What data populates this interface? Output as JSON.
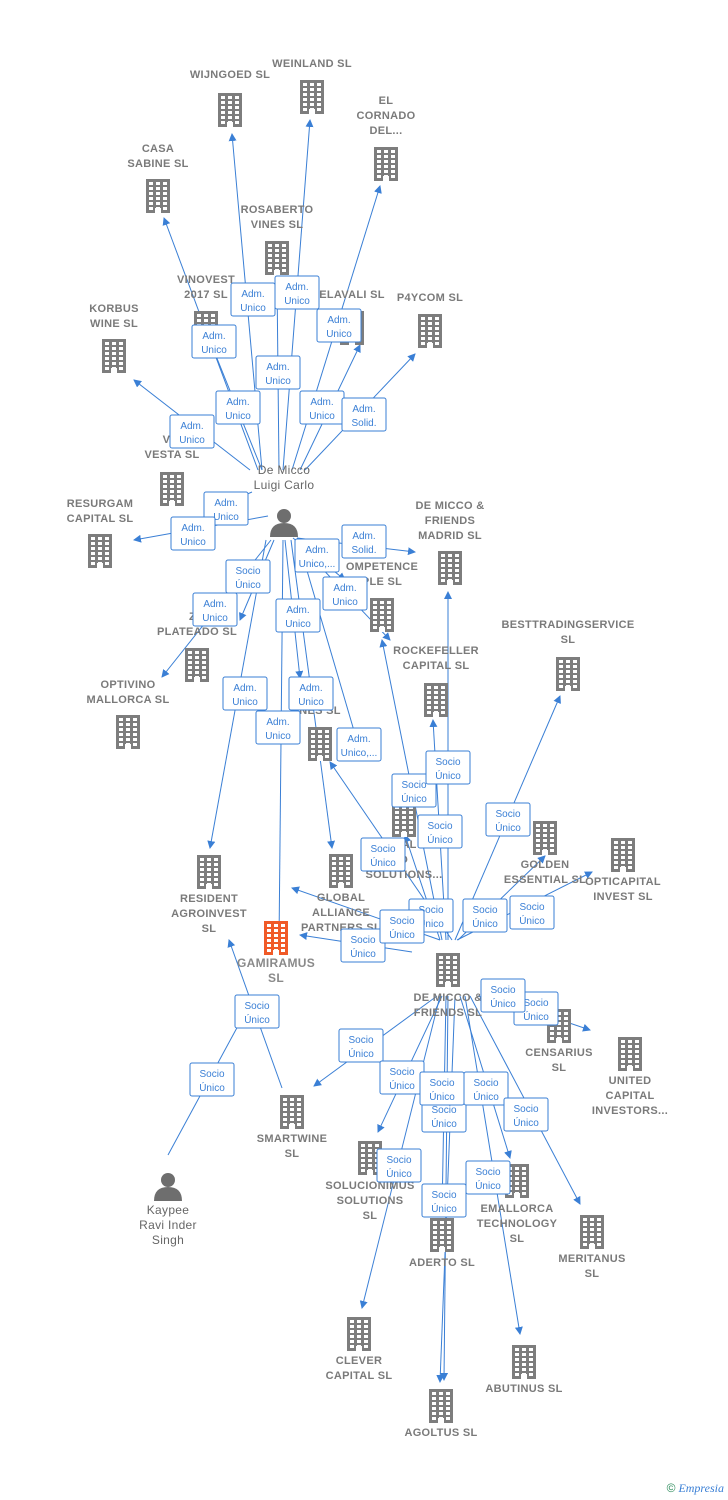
{
  "colors": {
    "edge": "#3a7fd5",
    "company": "#7d7d7d",
    "focus": "#f05a28",
    "label": "#7a7a7a"
  },
  "footer": {
    "symbol": "©",
    "brand": "Empresia"
  },
  "nodes": [
    {
      "id": "wijngoed",
      "type": "company",
      "label": [
        "WIJNGOED  SL"
      ]
    },
    {
      "id": "weinland",
      "type": "company",
      "label": [
        "WEINLAND  SL"
      ]
    },
    {
      "id": "elcornado",
      "type": "company",
      "label": [
        "EL",
        "CORNADO",
        "DEL..."
      ]
    },
    {
      "id": "casasabine",
      "type": "company",
      "label": [
        "CASA",
        "SABINE  SL"
      ]
    },
    {
      "id": "rosaberto",
      "type": "company",
      "label": [
        "ROSABERTO",
        "VINES  SL"
      ]
    },
    {
      "id": "vinovest",
      "type": "company",
      "label": [
        "VINOVEST",
        "2017  SL"
      ]
    },
    {
      "id": "elavali",
      "type": "company",
      "label": [
        "ELAVALI  SL"
      ]
    },
    {
      "id": "p4ycom",
      "type": "company",
      "label": [
        "P4YCOM  SL"
      ]
    },
    {
      "id": "korbus",
      "type": "company",
      "label": [
        "KORBUS",
        "WINE  SL"
      ]
    },
    {
      "id": "viesta",
      "type": "company",
      "label": [
        "VIE",
        "VESTA  SL"
      ]
    },
    {
      "id": "demiccoluigi",
      "type": "person",
      "label": [
        "De Micco",
        "Luigi Carlo"
      ]
    },
    {
      "id": "resurgam",
      "type": "company",
      "label": [
        "RESURGAM",
        "CAPITAL  SL"
      ]
    },
    {
      "id": "demiccomadrid",
      "type": "company",
      "label": [
        "DE MICCO &",
        "FRIENDS",
        "MADRID  SL"
      ]
    },
    {
      "id": "competence",
      "type": "company",
      "label": [
        "OMPETENCE",
        "PLE  SL"
      ]
    },
    {
      "id": "zoplateado",
      "type": "company",
      "label": [
        "ZO",
        "PLATEADO  SL"
      ]
    },
    {
      "id": "besttrading",
      "type": "company",
      "label": [
        "BESTTRADINGSERVICE",
        "SL"
      ]
    },
    {
      "id": "rockefeller",
      "type": "company",
      "label": [
        "ROCKEFELLER",
        "CAPITAL  SL"
      ]
    },
    {
      "id": "optivino",
      "type": "company",
      "label": [
        "OPTIVINO",
        "MALLORCA  SL"
      ]
    },
    {
      "id": "icvines",
      "type": "company",
      "label": [
        "IC",
        "NES  SL"
      ]
    },
    {
      "id": "wall",
      "type": "company",
      "label": [
        "WAL",
        "D",
        "SOLUTIONS..."
      ]
    },
    {
      "id": "golden",
      "type": "company",
      "label": [
        "GOLDEN",
        "ESSENTIAL  SL"
      ]
    },
    {
      "id": "opticapital",
      "type": "company",
      "label": [
        "OPTICAPITAL",
        "INVEST  SL"
      ]
    },
    {
      "id": "resident",
      "type": "company",
      "label": [
        "RESIDENT",
        "AGROINVEST",
        "SL"
      ]
    },
    {
      "id": "global",
      "type": "company",
      "label": [
        "GLOBAL",
        "ALLIANCE",
        "PARTNERS  SL"
      ]
    },
    {
      "id": "gamiramus",
      "type": "focus",
      "label": [
        "GAMIRAMUS",
        "SL"
      ]
    },
    {
      "id": "demiccofriends",
      "type": "company",
      "label": [
        "DE MICCO &",
        "FRIENDS  SL"
      ]
    },
    {
      "id": "censarius",
      "type": "company",
      "label": [
        "CENSARIUS",
        "SL"
      ]
    },
    {
      "id": "united",
      "type": "company",
      "label": [
        "UNITED",
        "CAPITAL",
        "INVESTORS..."
      ]
    },
    {
      "id": "smartwine",
      "type": "company",
      "label": [
        "SMARTWINE",
        "SL"
      ]
    },
    {
      "id": "solucionimus",
      "type": "company",
      "label": [
        "SOLUCIONIMUS",
        "SOLUTIONS",
        "SL"
      ]
    },
    {
      "id": "emallorca",
      "type": "company",
      "label": [
        "EMALLORCA",
        "TECHNOLOGY",
        "SL"
      ]
    },
    {
      "id": "kaypee",
      "type": "person",
      "label": [
        "Kaypee",
        "Ravi Inder",
        "Singh"
      ]
    },
    {
      "id": "aderto",
      "type": "company",
      "label": [
        "ADERTO  SL"
      ]
    },
    {
      "id": "meritanus",
      "type": "company",
      "label": [
        "MERITANUS",
        "SL"
      ]
    },
    {
      "id": "clever",
      "type": "company",
      "label": [
        "CLEVER",
        "CAPITAL  SL"
      ]
    },
    {
      "id": "abutinus",
      "type": "company",
      "label": [
        "ABUTINUS  SL"
      ]
    },
    {
      "id": "agoltus",
      "type": "company",
      "label": [
        "AGOLTUS  SL"
      ]
    }
  ],
  "edges": [
    {
      "label": [
        "Adm.",
        "Unico"
      ]
    },
    {
      "label": [
        "Adm.",
        "Unico"
      ]
    },
    {
      "label": [
        "Adm.",
        "Unico"
      ]
    },
    {
      "label": [
        "Adm.",
        "Unico"
      ]
    },
    {
      "label": [
        "Adm.",
        "Unico"
      ]
    },
    {
      "label": [
        "Adm.",
        "Unico"
      ]
    },
    {
      "label": [
        "Adm.",
        "Unico"
      ]
    },
    {
      "label": [
        "Adm.",
        "Solid."
      ]
    },
    {
      "label": [
        "Adm.",
        "Unico"
      ]
    },
    {
      "label": [
        "Adm.",
        "Unico"
      ]
    },
    {
      "label": [
        "Adm.",
        "Unico"
      ]
    },
    {
      "label": [
        "Adm.",
        "Solid."
      ]
    },
    {
      "label": [
        "Adm.",
        "Unico,..."
      ]
    },
    {
      "label": [
        "Adm.",
        "Unico"
      ]
    },
    {
      "label": [
        "Socio",
        "Único"
      ]
    },
    {
      "label": [
        "Adm.",
        "Unico"
      ]
    },
    {
      "label": [
        "Adm.",
        "Unico"
      ]
    },
    {
      "label": [
        "Adm.",
        "Unico"
      ]
    },
    {
      "label": [
        "Adm.",
        "Unico"
      ]
    },
    {
      "label": [
        "Adm.",
        "Unico"
      ]
    },
    {
      "label": [
        "Adm.",
        "Unico,..."
      ]
    },
    {
      "label": [
        "Socio",
        "Único"
      ]
    },
    {
      "label": [
        "Socio",
        "Único"
      ]
    },
    {
      "label": [
        "Socio",
        "Único"
      ]
    },
    {
      "label": [
        "Socio",
        "Único"
      ]
    },
    {
      "label": [
        "Socio",
        "Único"
      ]
    },
    {
      "label": [
        "Socio",
        "Único"
      ]
    },
    {
      "label": [
        "Socio",
        "Único"
      ]
    },
    {
      "label": [
        "Socio",
        "Único"
      ]
    },
    {
      "label": [
        "Socio",
        "Único"
      ]
    },
    {
      "label": [
        "Socio",
        "Único"
      ]
    },
    {
      "label": [
        "Socio",
        "Único"
      ]
    },
    {
      "label": [
        "Socio",
        "Único"
      ]
    },
    {
      "label": [
        "Socio",
        "Único"
      ]
    },
    {
      "label": [
        "Socio",
        "Único"
      ]
    },
    {
      "label": [
        "Socio",
        "Único"
      ]
    },
    {
      "label": [
        "Socio",
        "Único"
      ]
    },
    {
      "label": [
        "Socio",
        "Único"
      ]
    },
    {
      "label": [
        "Socio",
        "Único"
      ]
    },
    {
      "label": [
        "Socio",
        "Único"
      ]
    },
    {
      "label": [
        "Socio",
        "Único"
      ]
    },
    {
      "label": [
        "Socio",
        "Único"
      ]
    },
    {
      "label": [
        "Socio",
        "Único"
      ]
    },
    {
      "label": [
        "Socio",
        "Único"
      ]
    }
  ]
}
